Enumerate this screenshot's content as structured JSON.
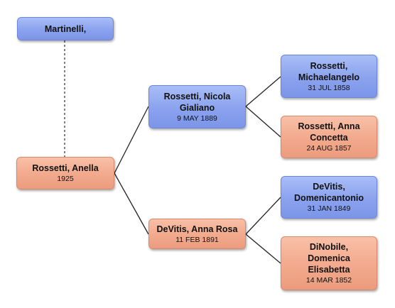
{
  "nodes": {
    "martinelli": {
      "name": "Martinelli,",
      "date": ""
    },
    "anella": {
      "name": "Rossetti, Anella",
      "date": "1925"
    },
    "nicola": {
      "name": "Rossetti, Nicola Gialiano",
      "date": "9 MAY 1889"
    },
    "anna_rosa": {
      "name": "DeVitis, Anna Rosa",
      "date": "11 FEB 1891"
    },
    "michaelangelo": {
      "name": "Rossetti, Michaelangelo",
      "date": "31 JUL 1858"
    },
    "anna_concetta": {
      "name": "Rossetti, Anna Concetta",
      "date": "24 AUG 1857"
    },
    "domenicantonio": {
      "name": "DeVitis, Domenicantonio",
      "date": "31 JAN 1849"
    },
    "domenica": {
      "name": "DiNobile, Domenica Elisabetta",
      "date": "14 MAR 1852"
    }
  },
  "colors": {
    "male_box": "#8aa2ee",
    "female_box": "#f2a98c",
    "connector": "#222222",
    "spouse_link": "#555555"
  }
}
